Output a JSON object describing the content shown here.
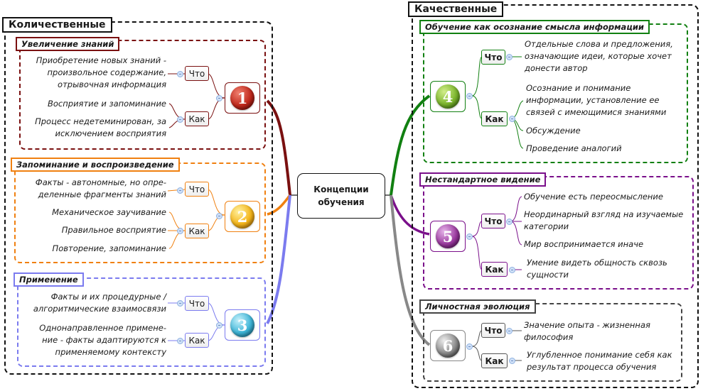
{
  "center": {
    "line1": "Концепции",
    "line2": "обучения"
  },
  "groups": {
    "quantitative": {
      "label": "Количественные"
    },
    "qualitative": {
      "label": "Качественные"
    }
  },
  "branches": [
    {
      "id": 1,
      "title": "Увеличение знаний",
      "number": "1",
      "color": "#7a1010",
      "what_label": "Что",
      "how_label": "Как",
      "what": [
        "Приобретение новых знаний - произвольное содержание, отрывочная информация"
      ],
      "how": [
        "Восприятие и запоминание",
        "Процесс недетеминирован, за исключением восприятия"
      ]
    },
    {
      "id": 2,
      "title": "Запоминание и воспроизведение",
      "number": "2",
      "color": "#f08010",
      "what_label": "Что",
      "how_label": "Как",
      "what": [
        "Факты - автономные, но опре-деленные фрагменты знаний"
      ],
      "how": [
        "Механическое заучивание",
        "Правильное восприятие",
        "Повторение, запоминание"
      ]
    },
    {
      "id": 3,
      "title": "Применение",
      "number": "3",
      "color": "#7b7bef",
      "what_label": "Что",
      "how_label": "Как",
      "what": [
        "Факты и их процедурные / алгоритмические взаимосвязи"
      ],
      "how": [
        "Однонаправленное примене-ние - факты адаптируются к применяемому контексту"
      ]
    },
    {
      "id": 4,
      "title": "Обучение как осознание смысла информации",
      "number": "4",
      "color": "#118011",
      "what_label": "Что",
      "how_label": "Как",
      "what": [
        "Отдельные слова и предложения, означающие идеи, которые хочет донести автор"
      ],
      "how": [
        "Осознание и понимание информации, установление ее связей с имеющимися знаниями",
        "Обсуждение",
        "Проведение аналогий"
      ]
    },
    {
      "id": 5,
      "title": "Нестандартное видение",
      "number": "5",
      "color": "#7a0f8a",
      "what_label": "Что",
      "how_label": "Как",
      "what": [
        "Обучение есть переосмысление",
        "Неординарный взгляд на изучаемые категории",
        "Мир воспринимается иначе"
      ],
      "how": [
        "Умение видеть общность сквозь сущности"
      ]
    },
    {
      "id": 6,
      "title": "Личностная эволюция",
      "number": "6",
      "color": "#444444",
      "what_label": "Что",
      "how_label": "Как",
      "what": [
        "Значение опыта - жизненная философия"
      ],
      "how": [
        "Углубленное понимание себя как результат процесса обучения"
      ]
    }
  ]
}
